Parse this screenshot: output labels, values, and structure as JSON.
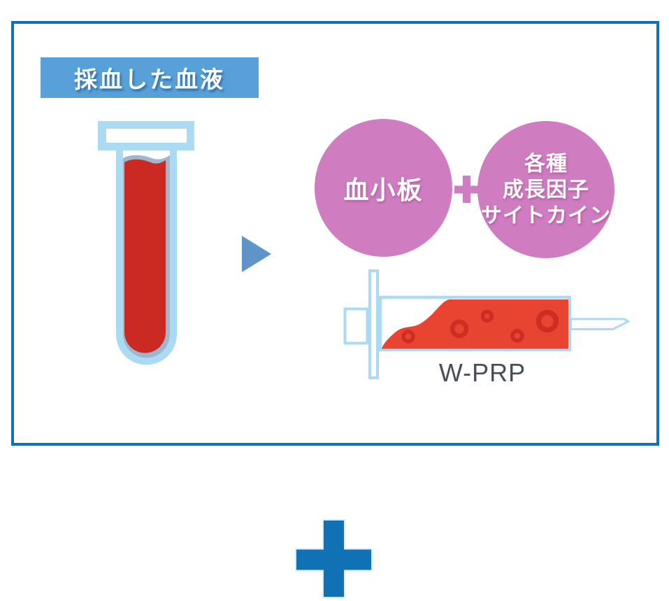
{
  "panel": {
    "blood_label": "採血した血液",
    "circle1_label": "血小板",
    "circle2_label": "各種\n成長因子\nサイトカイン",
    "syringe_label": "W-PRP"
  },
  "icons": {
    "test_tube": "test-tube-icon",
    "arrow": "arrow-right-icon",
    "pink_plus": "plus-icon",
    "syringe": "syringe-icon",
    "needle": "needle-icon",
    "blue_plus": "plus-icon"
  },
  "colors": {
    "frame_blue": "#1171b5",
    "label_blue": "#58a1d8",
    "light_blue": "#abdbf2",
    "shadow_blue": "#9eb6ce",
    "arrow_blue": "#5f94c9",
    "pink": "#cf7cc1",
    "tube_blood_red": "#cb2a22",
    "prp_red": "#e94331",
    "cell_red": "#cd2d23",
    "wprp_text": "#474e57",
    "white": "#ffffff"
  }
}
